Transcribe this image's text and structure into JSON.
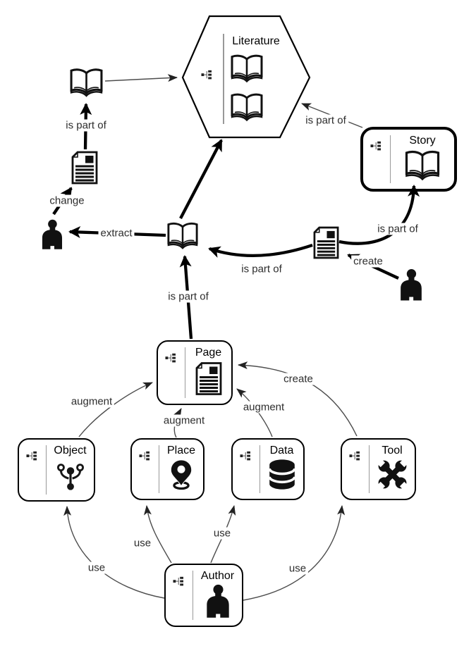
{
  "diagram": {
    "background": "#ffffff",
    "line_color": "#4d4d4d",
    "thick_line_color": "#000000",
    "label_color": "#2d2d2d"
  },
  "nodes": {
    "literature": {
      "title": "Literature",
      "shape": "hexagon",
      "icons": [
        "open-book-icon",
        "open-book-icon"
      ]
    },
    "story": {
      "title": "Story",
      "icon": "open-book-icon"
    },
    "page": {
      "title": "Page",
      "icon": "document-icon"
    },
    "object": {
      "title": "Object",
      "icon": "fork-connector-icon"
    },
    "place": {
      "title": "Place",
      "icon": "map-pin-icon"
    },
    "data": {
      "title": "Data",
      "icon": "database-icon"
    },
    "tool": {
      "title": "Tool",
      "icon": "crossed-wrenches-icon"
    },
    "author": {
      "title": "Author",
      "icon": "person-icon"
    }
  },
  "loose_icons": [
    {
      "name": "open-book-icon"
    },
    {
      "name": "open-book-icon"
    },
    {
      "name": "document-icon"
    },
    {
      "name": "person-icon"
    },
    {
      "name": "document-icon"
    },
    {
      "name": "person-icon"
    }
  ],
  "edges": [
    {
      "from": "book-top-left",
      "to": "literature",
      "label": ""
    },
    {
      "from": "document-left",
      "to": "book-top-left",
      "label": "is part of"
    },
    {
      "from": "person-left",
      "to": "document-left",
      "label": "change"
    },
    {
      "from": "book-center",
      "to": "person-left",
      "label": "extract"
    },
    {
      "from": "book-center",
      "to": "literature",
      "label": ""
    },
    {
      "from": "story",
      "to": "literature",
      "label": "is part of"
    },
    {
      "from": "document-right",
      "to": "book-center",
      "label": "is part of"
    },
    {
      "from": "person-right",
      "to": "document-right",
      "label": "create"
    },
    {
      "from": "document-right",
      "to": "story",
      "label": "is part of"
    },
    {
      "from": "page",
      "to": "book-center",
      "label": "is part of"
    },
    {
      "from": "object",
      "to": "page",
      "label": "augment"
    },
    {
      "from": "place",
      "to": "page",
      "label": "augment"
    },
    {
      "from": "data",
      "to": "page",
      "label": "augment"
    },
    {
      "from": "tool",
      "to": "page",
      "label": "create"
    },
    {
      "from": "author",
      "to": "object",
      "label": "use"
    },
    {
      "from": "author",
      "to": "place",
      "label": "use"
    },
    {
      "from": "author",
      "to": "data",
      "label": "use"
    },
    {
      "from": "author",
      "to": "tool",
      "label": "use"
    }
  ]
}
